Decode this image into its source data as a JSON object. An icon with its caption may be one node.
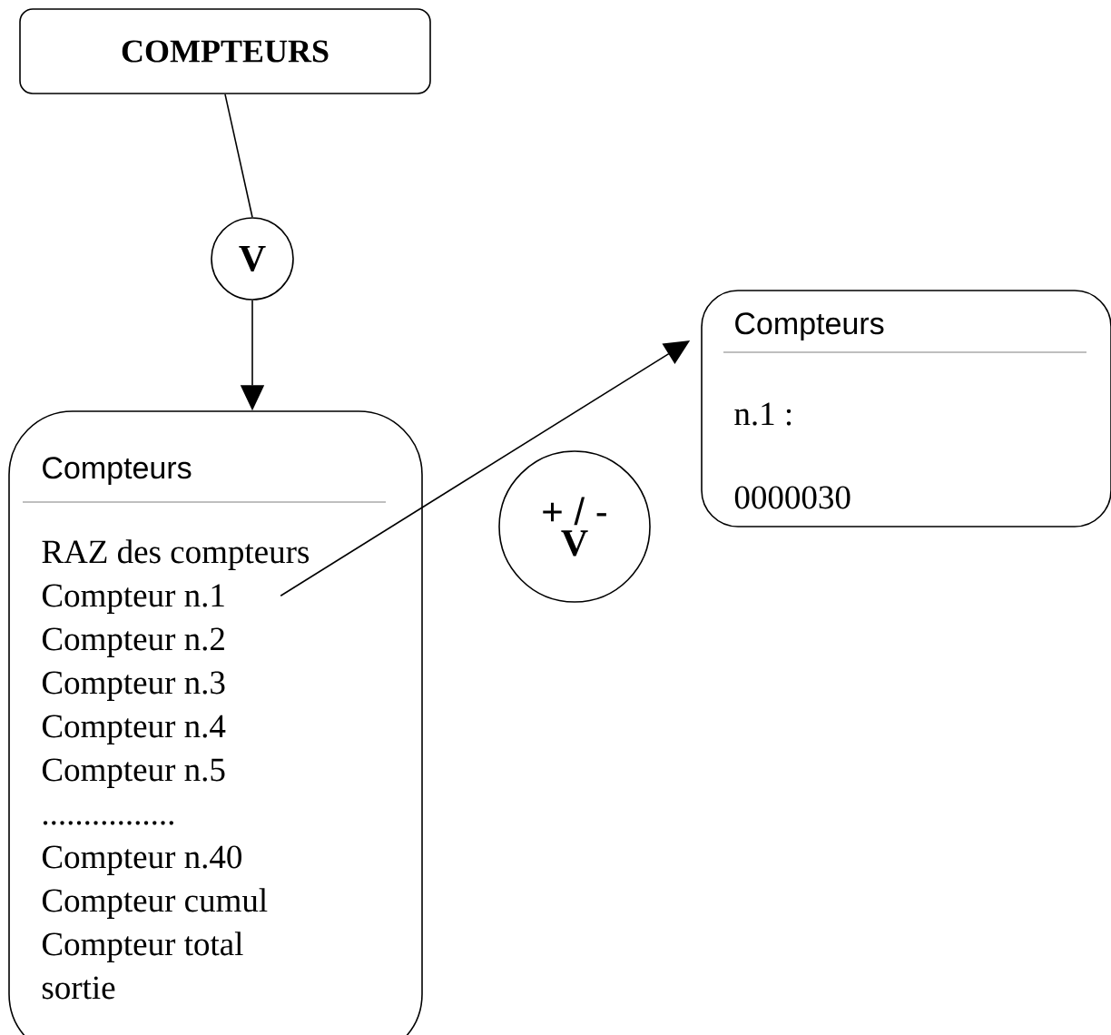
{
  "diagram": {
    "nodes": [
      {
        "text": [
          "COMPTEURS"
        ]
      },
      {
        "text": [
          "V"
        ]
      },
      {
        "text": [
          "Compteurs",
          "RAZ des compteurs",
          "Compteur  n.1",
          "Compteur  n.2",
          "Compteur  n.3",
          "Compteur  n.4",
          "Compteur  n.5",
          "................",
          "Compteur  n.40",
          "Compteur cumul",
          "Compteur total",
          "sortie"
        ]
      },
      {
        "text": [
          "+ / -",
          "V"
        ]
      },
      {
        "text": [
          "Compteurs",
          "n.1 :",
          "0000030"
        ]
      }
    ],
    "edges": [
      {
        "from": 0,
        "to": 1,
        "arrow": "none"
      },
      {
        "from": 1,
        "to": 2,
        "arrow": "to"
      },
      {
        "from": 2,
        "to": 4,
        "arrow": "to"
      }
    ]
  }
}
